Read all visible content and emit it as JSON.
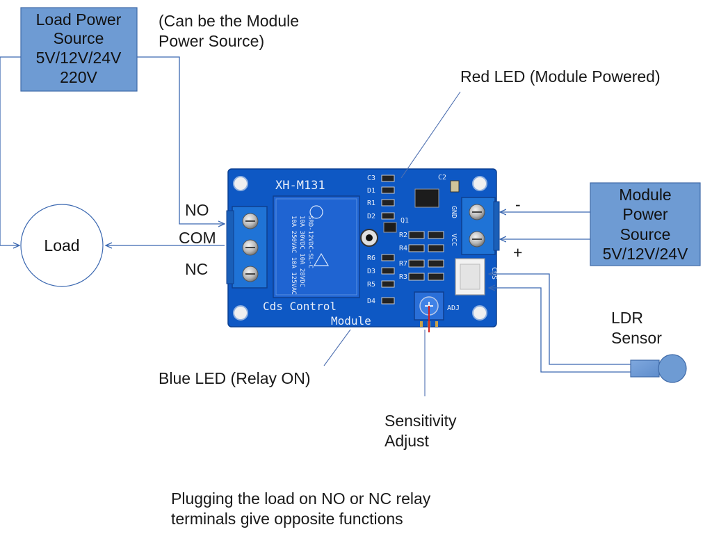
{
  "load_power_source": {
    "lines": [
      "Load Power",
      "Source",
      "5V/12V/24V",
      "220V"
    ]
  },
  "module_power_note": {
    "lines": [
      "(Can be the Module",
      "Power Source)"
    ]
  },
  "module_power_source": {
    "lines": [
      "Module",
      "Power",
      "Source",
      "5V/12V/24V"
    ]
  },
  "load": {
    "label": "Load"
  },
  "terminals": {
    "no": "NO",
    "com": "COM",
    "nc": "NC"
  },
  "polarity": {
    "minus": "-",
    "plus": "+"
  },
  "red_led": {
    "label": "Red LED (Module Powered)"
  },
  "blue_led": {
    "label": "Blue LED (Relay ON)"
  },
  "ldr_sensor": {
    "lines": [
      "LDR",
      "Sensor"
    ]
  },
  "sensitivity": {
    "lines": [
      "Sensitivity",
      "Adjust"
    ]
  },
  "footnote": {
    "lines": [
      "Plugging the load on NO or NC relay",
      "terminals give opposite functions"
    ]
  },
  "board": {
    "model": "XH-M131",
    "caption_line1": "Cds Control",
    "caption_line2": "Module",
    "relay_lines": [
      "10A 250VAC 10A 125VAC",
      "10A 30VDC 10A 28VDC",
      "SRD-12VDC-SL-C"
    ],
    "pin_labels": [
      "C3",
      "D1",
      "R1",
      "D2",
      "Q1",
      "R6",
      "D3",
      "R5",
      "D4",
      "R2",
      "R4",
      "R7",
      "R3",
      "C2"
    ],
    "header_labels": {
      "gnd": "GND",
      "vcc": "VCC",
      "cds": "CDS",
      "adj": "ADJ"
    }
  },
  "colors": {
    "box_fill": "#6e9bd3",
    "box_stroke": "#3f6aa8",
    "pcb_blue": "#0e58c4",
    "terminal_blue": "#1f73d6",
    "wire": "#3a67b0"
  }
}
